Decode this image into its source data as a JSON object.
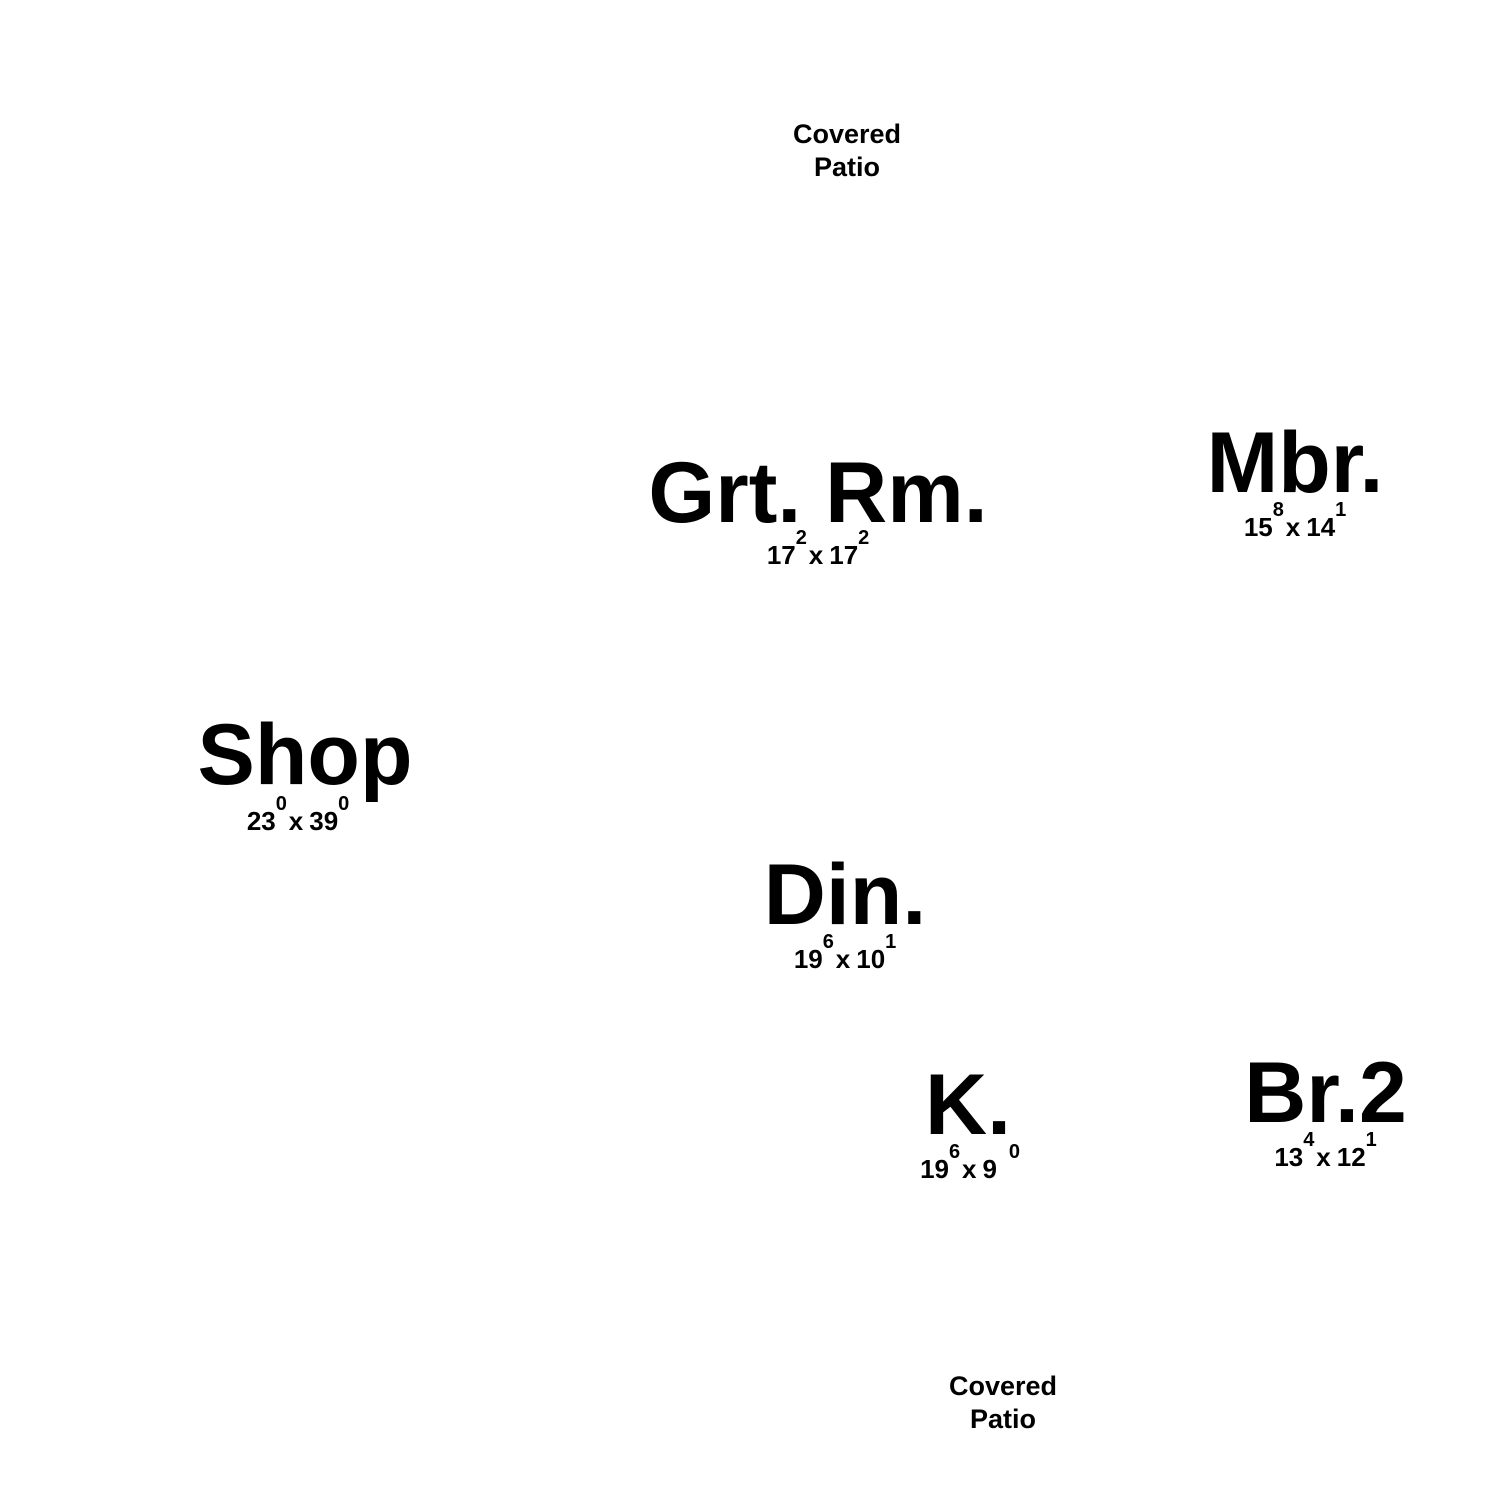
{
  "patio_top": {
    "line1": "Covered",
    "line2": "Patio"
  },
  "patio_bottom": {
    "line1": "Covered",
    "line2": "Patio"
  },
  "rooms": {
    "grt_rm": {
      "name": "Grt. Rm.",
      "w": "17",
      "w_in": "2",
      "l": "17",
      "l_in": "2"
    },
    "mbr": {
      "name": "Mbr.",
      "w": "15",
      "w_in": "8",
      "l": "14",
      "l_in": "1"
    },
    "shop": {
      "name": "Shop",
      "w": "23",
      "w_in": "0",
      "l": "39",
      "l_in": "0"
    },
    "din": {
      "name": "Din.",
      "w": "19",
      "w_in": "6",
      "l": "10",
      "l_in": "1"
    },
    "k": {
      "name": "K.",
      "w": "19",
      "w_in": "6",
      "l": "9",
      "l_in": "0"
    },
    "br2": {
      "name": "Br.2",
      "w": "13",
      "w_in": "4",
      "l": "12",
      "l_in": "1"
    },
    "separator": "x"
  }
}
